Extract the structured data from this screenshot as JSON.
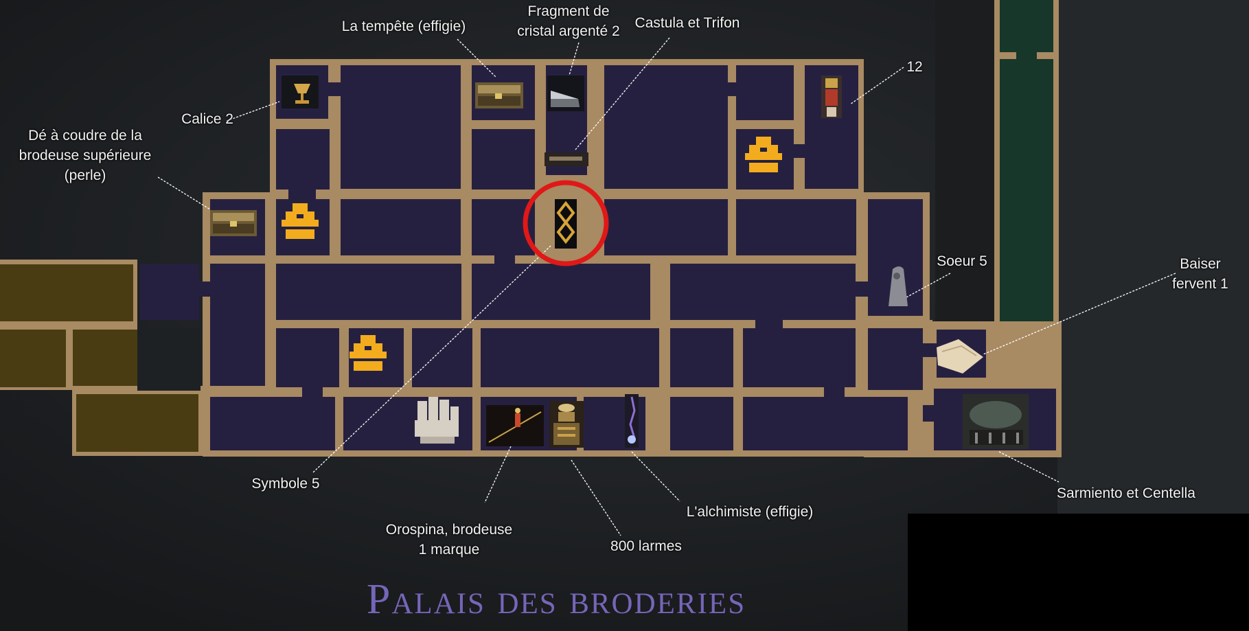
{
  "title": "Palais des broderies",
  "colors": {
    "background": "#1f2124",
    "room_fill": "#262040",
    "wall": "#a88a63",
    "left_area": "#4a3c12",
    "right_corridor": "#17372a",
    "marker_ring": "#e01818",
    "label": "#f2f2f2",
    "title": "#7566b8"
  },
  "labels": {
    "tempete": "La tempête (effigie)",
    "fragment": "Fragment de\ncristal argenté 2",
    "castula": "Castula et Trifon",
    "twelve": "12",
    "calice": "Calice 2",
    "de": "Dé à coudre de la\nbrodeuse supérieure\n(perle)",
    "soeur": "Soeur 5",
    "baiser": "Baiser\nfervent 1",
    "symbole": "Symbole 5",
    "orospina": "Orospina, brodeuse\n1 marque",
    "larmes": "800 larmes",
    "alchimiste": "L'alchimiste (effigie)",
    "sarmiento": "Sarmiento et Centella"
  },
  "icons": {
    "calice": "chalice-icon",
    "de": "treasure-chest-icon",
    "tempete": "effigy-chest-icon",
    "fragment": "silver-crystal-fragment-icon",
    "castula": "castula-trifon-icon",
    "twelve": "npc-portrait-icon",
    "symbole": "symbol-rune-icon",
    "orospina": "orospina-embroiderer-icon",
    "larmes": "tears-altar-icon",
    "alchimiste": "alchemist-effigy-icon",
    "soeur": "sister-icon",
    "baiser": "fervent-kiss-icon",
    "sarmiento": "sarmiento-centella-icon",
    "hand": "hand-icon",
    "shrine": "prie-dieu-icon"
  }
}
